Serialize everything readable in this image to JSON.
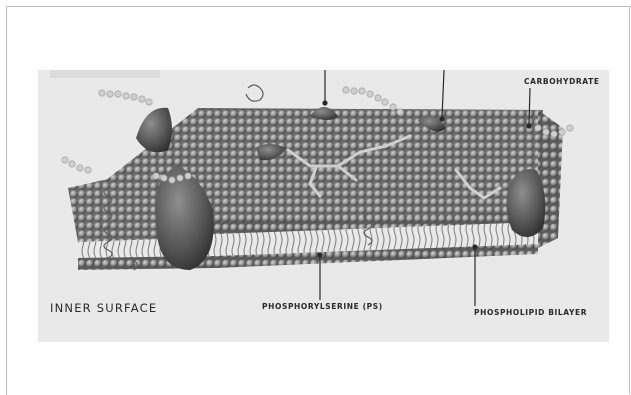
{
  "labels": {
    "inner_surface": "INNER SURFACE",
    "phosphorylserine": "PHOSPHORYLSERINE (PS)",
    "phospholipid_bilayer": "PHOSPHOLIPID BILAYER",
    "carbohydrate": "CARBOHYDRATE"
  },
  "colors": {
    "background": "#e9e9e9",
    "sphere_light": "#b8b8b8",
    "sphere_dark": "#4a4a4a",
    "protein": "#555555",
    "carbohydrate_chain": "#cfcfcf",
    "label": "#2a2a2a"
  }
}
